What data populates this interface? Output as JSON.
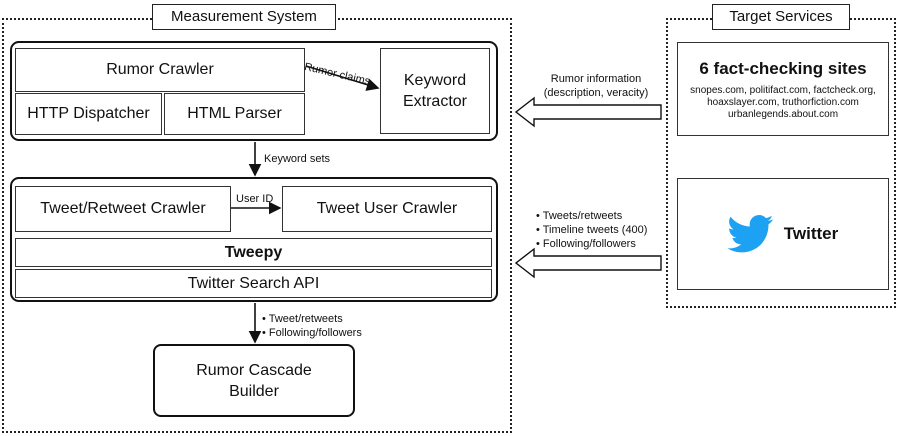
{
  "measurement": {
    "title": "Measurement System",
    "rumor_crawler": "Rumor Crawler",
    "http_dispatcher": "HTTP Dispatcher",
    "html_parser": "HTML Parser",
    "keyword_extractor_l1": "Keyword",
    "keyword_extractor_l2": "Extractor",
    "rumor_claims": "Rumor claims",
    "keyword_sets": "Keyword sets",
    "tweet_retweet_crawler": "Tweet/Retweet Crawler",
    "user_id": "User ID",
    "tweet_user_crawler": "Tweet User Crawler",
    "tweepy": "Tweepy",
    "twitter_search_api": "Twitter Search API",
    "bottom_bullets": [
      "Tweet/retweets",
      "Following/followers"
    ],
    "cascade_builder_l1": "Rumor Cascade",
    "cascade_builder_l2": "Builder"
  },
  "target": {
    "title": "Target Services",
    "fact_title": "6 fact-checking sites",
    "fact_sites_l1": "snopes.com, politifact.com, factcheck.org,",
    "fact_sites_l2": "hoaxslayer.com, truthorfiction.com",
    "fact_sites_l3": "urbanlegends.about.com",
    "twitter": "Twitter"
  },
  "arrows": {
    "rumor_info_l1": "Rumor information",
    "rumor_info_l2": "(description, veracity)",
    "twitter_bullets": [
      "Tweets/retweets",
      "Timeline tweets (400)",
      "Following/followers"
    ]
  },
  "colors": {
    "twitter_blue": "#1DA1F2"
  },
  "icons": {
    "twitter": "twitter-bird-icon"
  }
}
